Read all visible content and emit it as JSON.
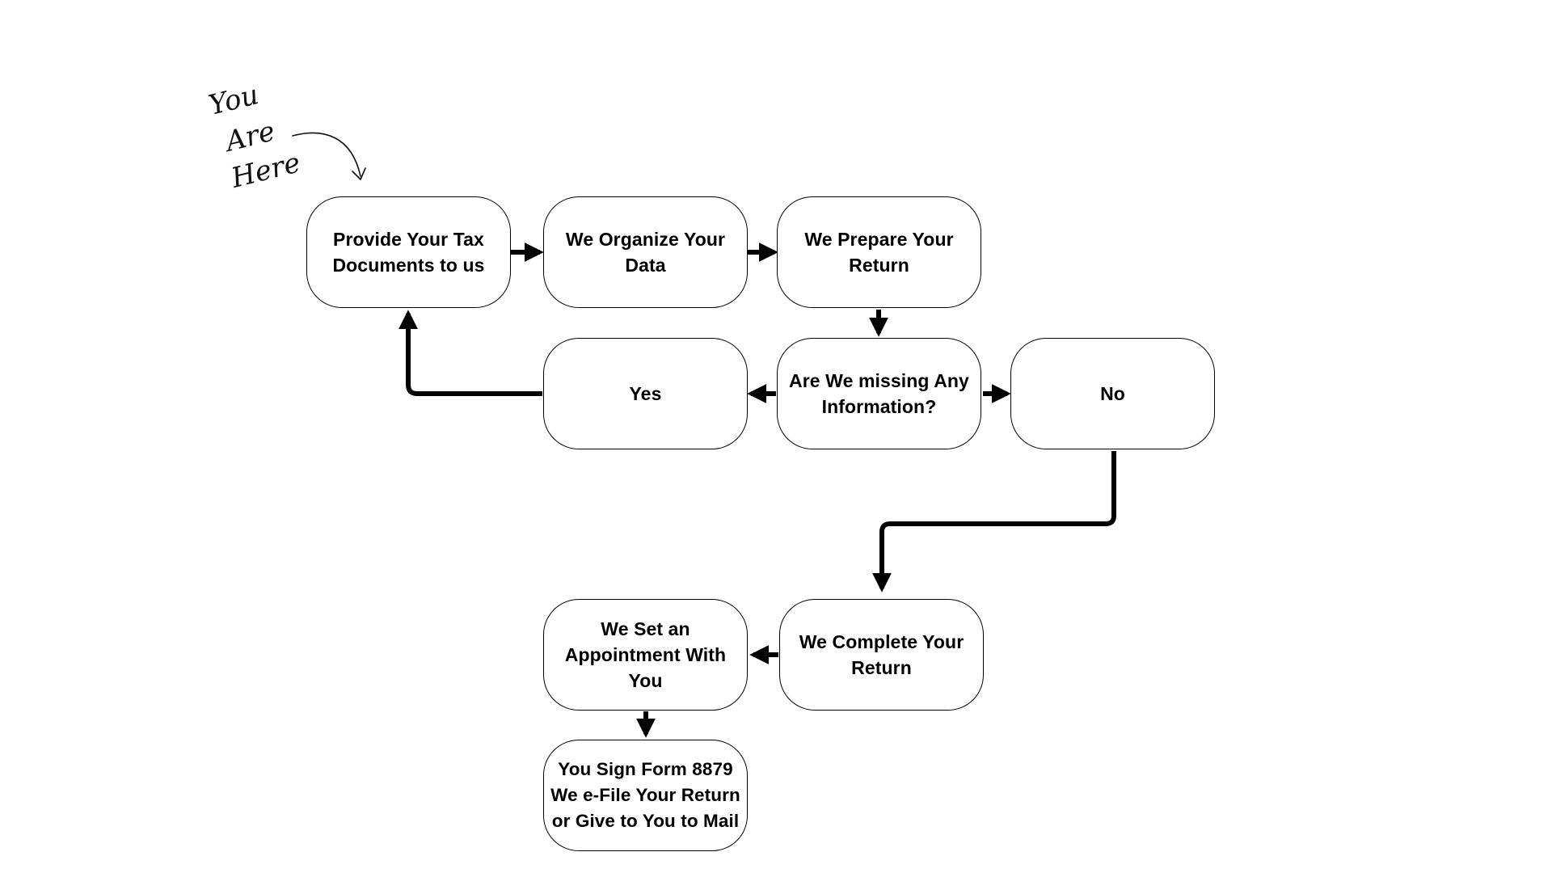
{
  "annotation": {
    "line1": "You",
    "line2": "Are",
    "line3": "Here"
  },
  "nodes": {
    "provide_docs": "Provide Your Tax\nDocuments to us",
    "organize_data": "We Organize Your\nData",
    "prepare_return": "We Prepare Your\nReturn",
    "missing_info": "Are We missing Any\nInformation?",
    "yes": "Yes",
    "no": "No",
    "complete_return": "We Complete Your\nReturn",
    "set_appointment": "We Set an\nAppointment With\nYou",
    "sign_form": "You Sign Form 8879\nWe e-File Your Return\nor Give to You to Mail"
  },
  "colors": {
    "stroke": "#000000",
    "background": "#ffffff"
  }
}
